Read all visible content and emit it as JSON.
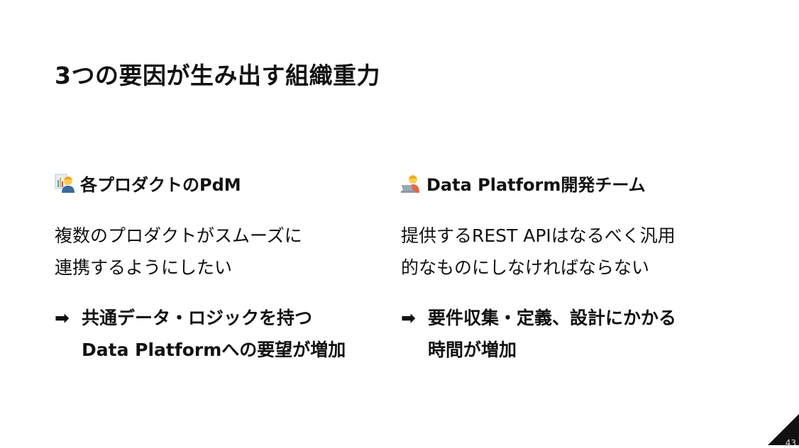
{
  "title": "3つの要因が生み出す組織重力",
  "columns": [
    {
      "icon": "office-worker-emoji",
      "heading": "各プロダクトのPdM",
      "body": "複数のプロダクトがスムーズに\n連携するようにしたい",
      "arrow": "➡",
      "conclusion": "共通データ・ロジックを持つ\nData Platformへの要望が増加"
    },
    {
      "icon": "technologist-emoji",
      "heading": "Data Platform開発チーム",
      "body": "提供するREST APIはなるべく汎用\n的なものにしなければならない",
      "arrow": "➡",
      "conclusion": "要件収集・定義、設計にかかる\n時間が増加"
    }
  ],
  "page_number": "43"
}
